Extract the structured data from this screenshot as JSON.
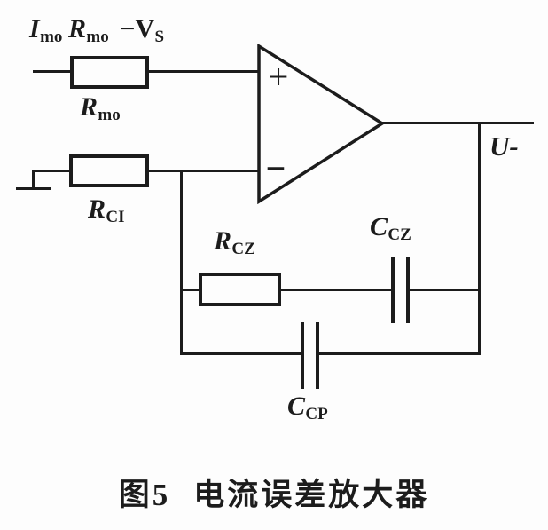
{
  "figure": {
    "formula": {
      "term1_base": "I",
      "term1_sub": "mo",
      "term2_base": "R",
      "term2_sub": "mo",
      "term3_base": "−V",
      "term3_sub": "S"
    },
    "opamp": {
      "plus_label": "+",
      "minus_label": "−"
    },
    "components": {
      "rmo": {
        "base": "R",
        "sub": "mo"
      },
      "rci": {
        "base": "R",
        "sub": "CI"
      },
      "rcz": {
        "base": "R",
        "sub": "CZ"
      },
      "ccz": {
        "base": "C",
        "sub": "CZ"
      },
      "ccp": {
        "base": "C",
        "sub": "CP"
      }
    },
    "output_label": "U-"
  },
  "caption": {
    "figure_number": "图5",
    "title": "电流误差放大器"
  },
  "colors": {
    "ink": "#1c1c1c",
    "paper": "#fdfdfd"
  }
}
